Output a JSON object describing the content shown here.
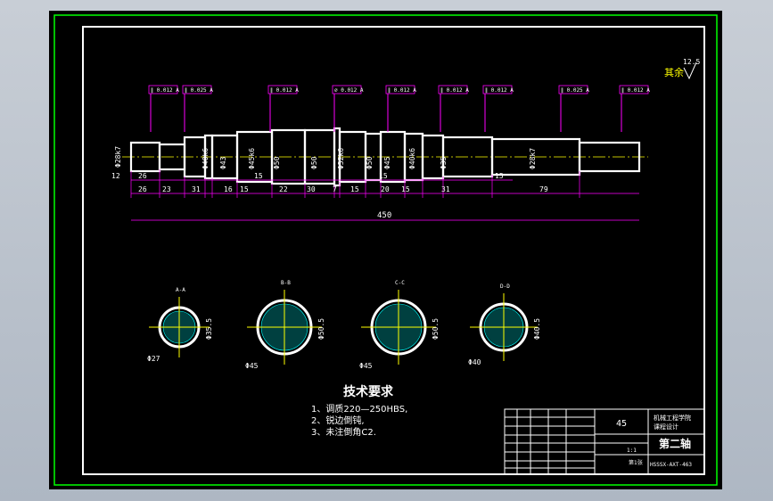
{
  "drawing": {
    "roughness_note": "其余",
    "roughness_value": "12.5",
    "total_length": "450",
    "dims_bottom": [
      "26",
      "23",
      "31",
      "16",
      "15",
      "22",
      "30",
      "7",
      "15",
      "20",
      "15",
      "31",
      "79"
    ],
    "dims_top": [
      "12",
      "26",
      "15",
      "15",
      "15"
    ],
    "diam_left": "Φ28k7",
    "diam_labels": [
      "Φ40k6",
      "Φ43",
      "Φ45k6",
      "Φ50",
      "Φ50",
      "Φ52k6",
      "Φ50",
      "Φ45",
      "Φ40k6",
      "Φ35",
      "Φ28k7"
    ],
    "tolerance_frames": [
      "∥ 0.012 A",
      "∥ 0.025 A",
      "∥ 0.012 A",
      "⌀ 0.012 A",
      "∥ 0.012 A",
      "∥ 0.012 A",
      "∥ 0.012 A",
      "∥ 0.025 A",
      "∥ 0.012 A"
    ],
    "section_labels": [
      "A-A",
      "B-B",
      "C-C",
      "D-D"
    ],
    "section_diams": [
      "Φ27",
      "Φ45",
      "Φ45",
      "Φ40"
    ],
    "section_side": [
      "Φ35.5",
      "Φ50.5",
      "Φ50.5",
      "Φ40.5"
    ],
    "tech_title": "技术要求",
    "tech_items": [
      "1、调质220—250HBS,",
      "2、锐边倒钝,",
      "3、未注倒角C2."
    ]
  },
  "title_block": {
    "material": "45",
    "school": "机械工程学院",
    "course": "课程设计",
    "part_name": "第二轴",
    "drawing_no": "HSSSX-AXT-463",
    "scale": "1:1",
    "sheet": "第1张"
  }
}
